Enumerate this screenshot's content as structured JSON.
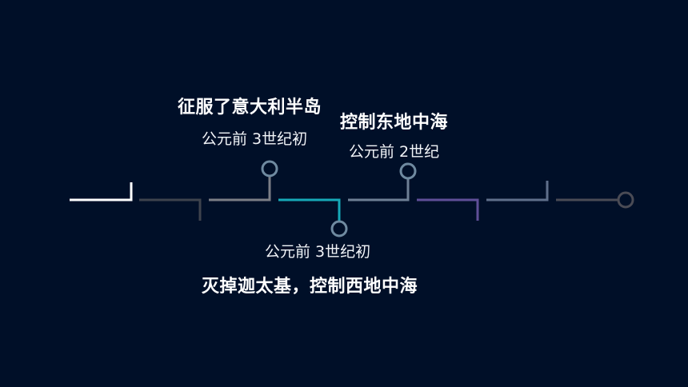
{
  "colors": {
    "background": "#000f28",
    "segment_1": "#ffffff",
    "segment_2": "#3e434d",
    "segment_3": "#7b7e86",
    "segment_4": "#16a9b8",
    "segment_5": "#6e7f95",
    "segment_6": "#5f4f98",
    "segment_7": "#5f6f8b",
    "segment_8": "#4a4b55",
    "node_circle": "#6f8aa0"
  },
  "events": [
    {
      "title": "征服了意大利半岛",
      "date": "公元前 3世纪初"
    },
    {
      "title": "控制东地中海",
      "date": "公元前 2世纪"
    },
    {
      "title": "灭掉迦太基，控制西地中海",
      "date": "公元前 3世纪初"
    }
  ]
}
